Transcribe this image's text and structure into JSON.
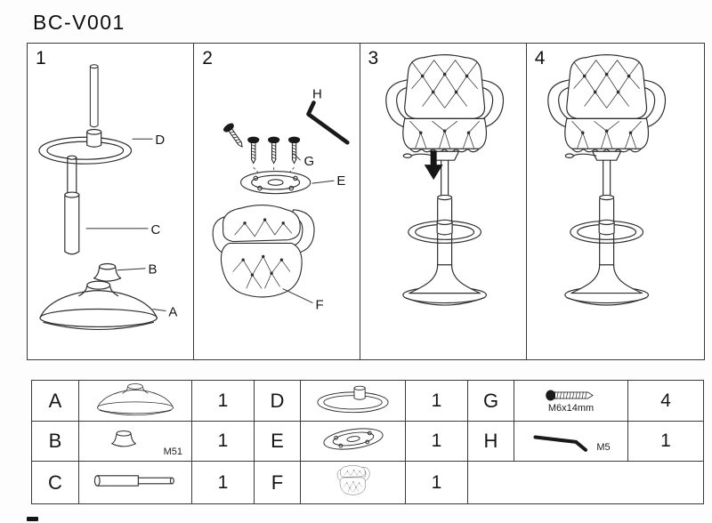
{
  "page": {
    "title": "BC-V001"
  },
  "panels": {
    "p1": {
      "number": "1",
      "label_d": "D",
      "label_c": "C",
      "label_b": "B",
      "label_a": "A"
    },
    "p2": {
      "number": "2",
      "label_h": "H",
      "label_g": "G",
      "label_e": "E",
      "label_f": "F"
    },
    "p3": {
      "number": "3"
    },
    "p4": {
      "number": "4"
    }
  },
  "parts": {
    "a": {
      "letter": "A",
      "qty": "1"
    },
    "b": {
      "letter": "B",
      "qty": "1",
      "note": "M51"
    },
    "c": {
      "letter": "C",
      "qty": "1"
    },
    "d": {
      "letter": "D",
      "qty": "1"
    },
    "e": {
      "letter": "E",
      "qty": "1"
    },
    "f": {
      "letter": "F",
      "qty": "1"
    },
    "g": {
      "letter": "G",
      "qty": "4",
      "note": "M6x14mm"
    },
    "h": {
      "letter": "H",
      "qty": "1",
      "note": "M5"
    }
  }
}
